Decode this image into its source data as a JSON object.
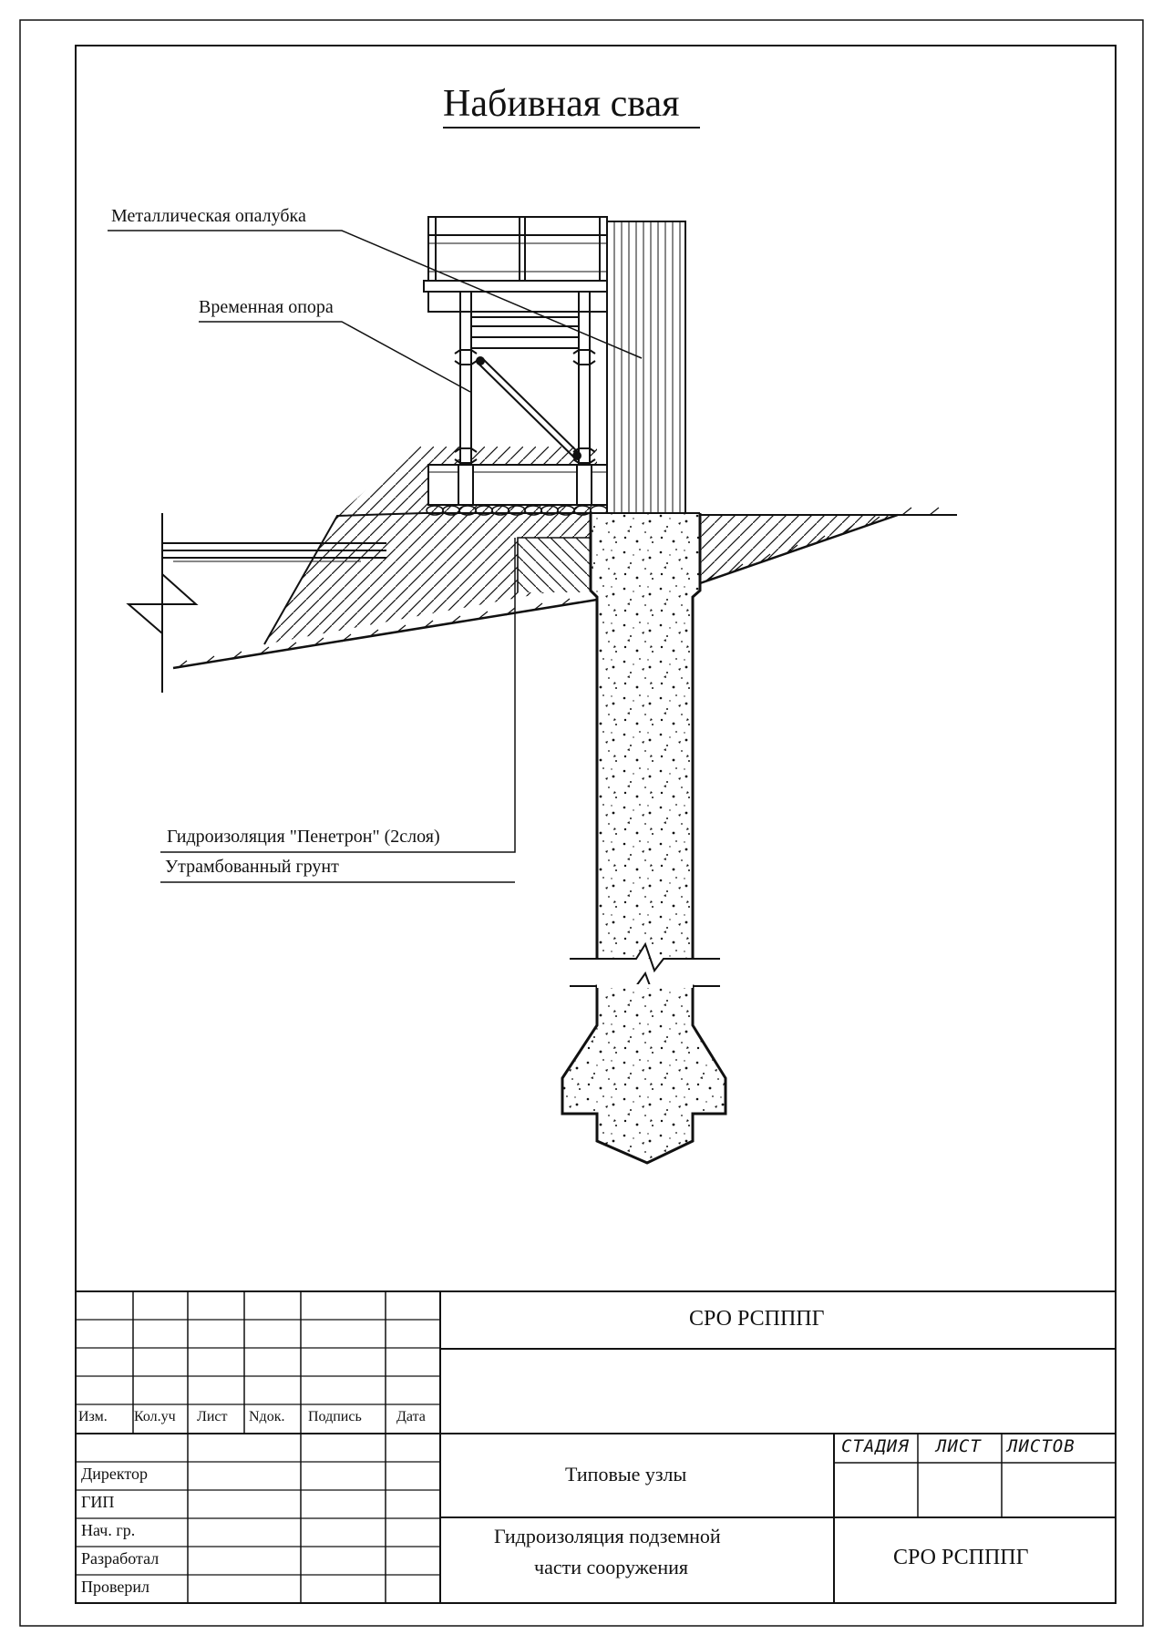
{
  "drawing": {
    "title": "Набивная свая",
    "callouts": {
      "formwork": "Металлическая опалубка",
      "support": "Временная опора",
      "waterproofing": "Гидроизоляция \"Пенетрон\" (2слоя)",
      "soil": "Утрамбованный грунт"
    }
  },
  "title_block": {
    "col_headers": [
      "Изм.",
      "Кол.уч",
      "Лист",
      "Nдок.",
      "Подпись",
      "Дата"
    ],
    "roles": [
      "Директор",
      "ГИП",
      "Нач. гр.",
      "Разработал",
      "Проверил"
    ],
    "organization_top": "СРО РСПППГ",
    "project_name": "Типовые узлы",
    "sheet_title_line1": "Гидроизоляция подземной",
    "sheet_title_line2": "части сооружения",
    "stage_label": "СТАДИЯ",
    "sheet_label": "ЛИСТ",
    "sheets_label": "ЛИСТОВ",
    "organization_bottom": "СРО РСПППГ"
  }
}
